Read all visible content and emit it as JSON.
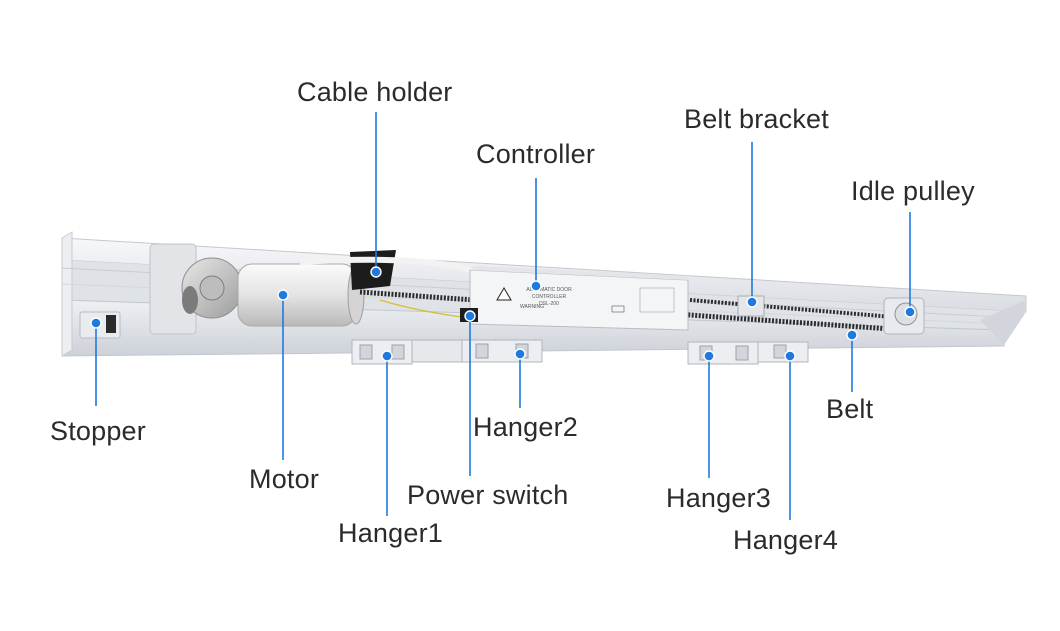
{
  "labels": {
    "cable_holder": "Cable holder",
    "controller": "Controller",
    "belt_bracket": "Belt bracket",
    "idle_pulley": "Idle pulley",
    "stopper": "Stopper",
    "motor": "Motor",
    "hanger1": "Hanger1",
    "hanger2": "Hanger2",
    "power_switch": "Power switch",
    "hanger3": "Hanger3",
    "hanger4": "Hanger4",
    "belt": "Belt"
  },
  "controller_box": {
    "line1": "AUTOMATIC DOOR",
    "line2": "CONTROLLER",
    "line3": "DSL-200",
    "warning": "WARNING"
  },
  "colors": {
    "leader": "#1f7ae0",
    "label_text": "#2b2b2b",
    "rail": "#e6e8ec"
  }
}
